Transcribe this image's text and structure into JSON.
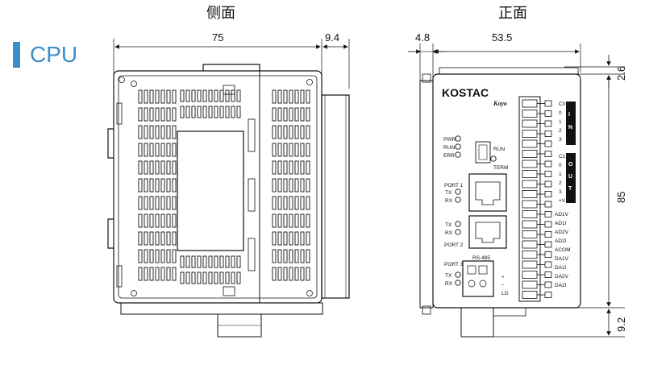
{
  "titles": {
    "side": "侧面",
    "front": "正面"
  },
  "section": {
    "label": "CPU",
    "accent": "#3a8fc9"
  },
  "dimensions": {
    "side_width": "75",
    "side_depth": "9.4",
    "front_offset": "4.8",
    "front_width": "53.5",
    "top_offset": "2.6",
    "height": "85",
    "bottom_offset": "9.2"
  },
  "device": {
    "brand": "KOSTAC",
    "sub_brand": "Koyo",
    "leds_top": [
      "PWR",
      "RUN",
      "ERR"
    ],
    "switch_labels": [
      "RUN",
      "TERM"
    ],
    "port1": "PORT 1",
    "port1_leds": [
      "TX",
      "RX"
    ],
    "port2_leds": [
      "TX",
      "RX"
    ],
    "port2": "PORT 2",
    "port3": "PORT 3",
    "rs485": "RS-485",
    "port3_leds": [
      "TX",
      "RX"
    ],
    "plus_minus": [
      "+",
      "−"
    ],
    "lg": "LG",
    "in_label": "IN",
    "out_label": "OUT",
    "in_terms": [
      "C0",
      "0",
      "1",
      "2",
      "3"
    ],
    "out_terms": [
      "C1",
      "0",
      "1",
      "2",
      "3",
      "+V"
    ],
    "analog_terms": [
      "AD1V",
      "AD1I",
      "AD2V",
      "AD2I",
      "ACOM",
      "DA1V",
      "DA1I",
      "DA2V",
      "DA2I"
    ]
  }
}
